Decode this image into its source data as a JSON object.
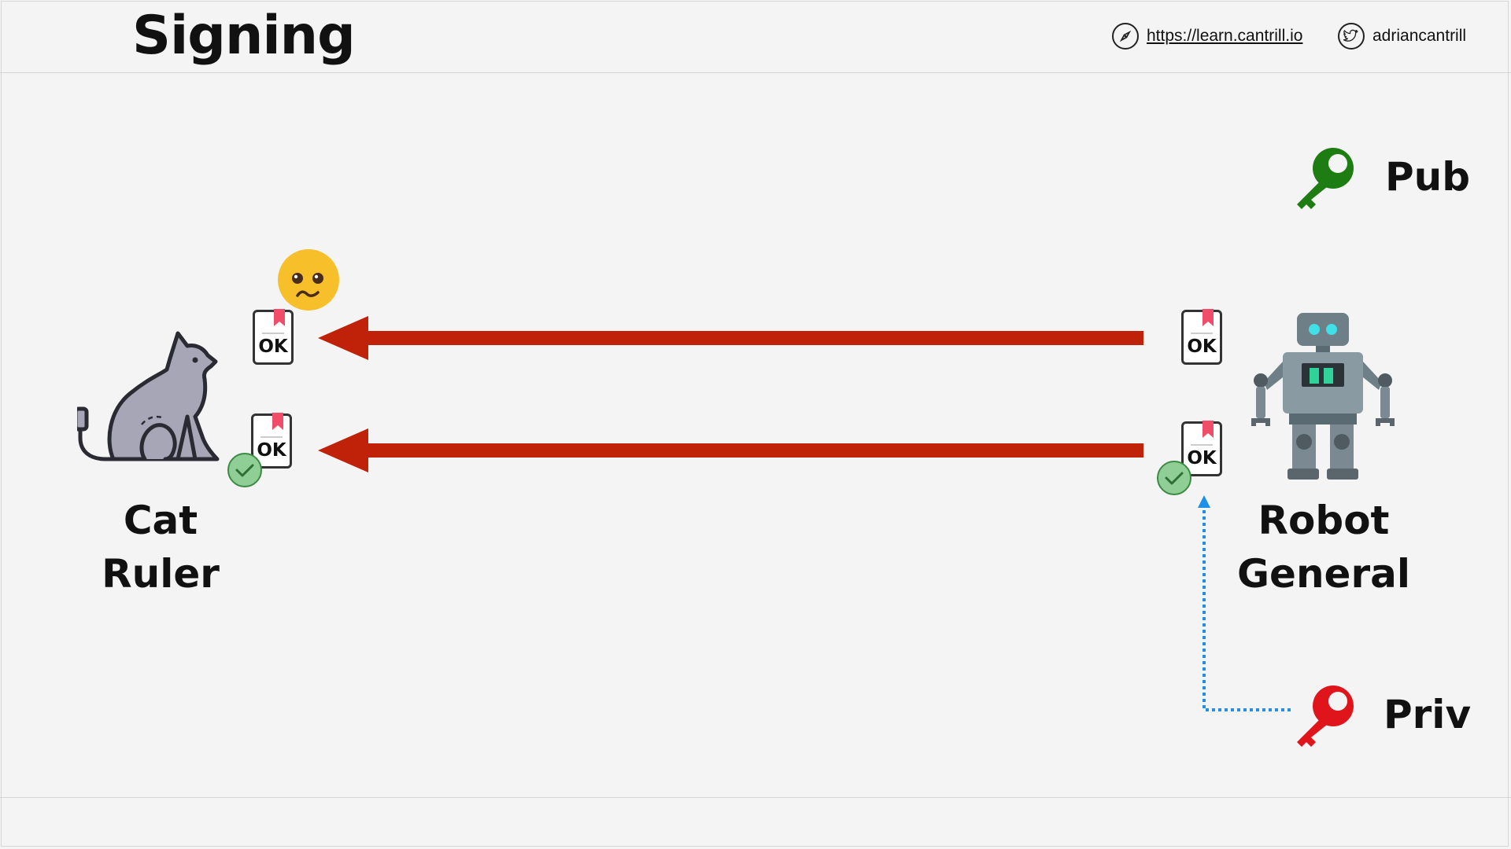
{
  "header": {
    "title": "Signing",
    "link_text": "https://learn.cantrill.io",
    "social_handle": "adriancantrill",
    "link_icon": "compass-icon",
    "social_icon": "twitter-bird-icon"
  },
  "actors": {
    "cat": {
      "name_line1": "Cat",
      "name_line2": "Ruler",
      "icon": "cat-icon"
    },
    "robot": {
      "name_line1": "Robot",
      "name_line2": "General",
      "icon": "robot-icon"
    }
  },
  "keys": {
    "public": {
      "label": "Pub",
      "color": "#1e7d12"
    },
    "private": {
      "label": "Priv",
      "color": "#e0141b"
    }
  },
  "documents": {
    "ok_text": "OK"
  },
  "colors": {
    "arrow": "#bf2208",
    "signature_link": "#1e90e8",
    "check_fill": "#8fcf95",
    "emoji": "#f7c02b"
  },
  "emoji": {
    "icon": "worried-face-icon"
  }
}
